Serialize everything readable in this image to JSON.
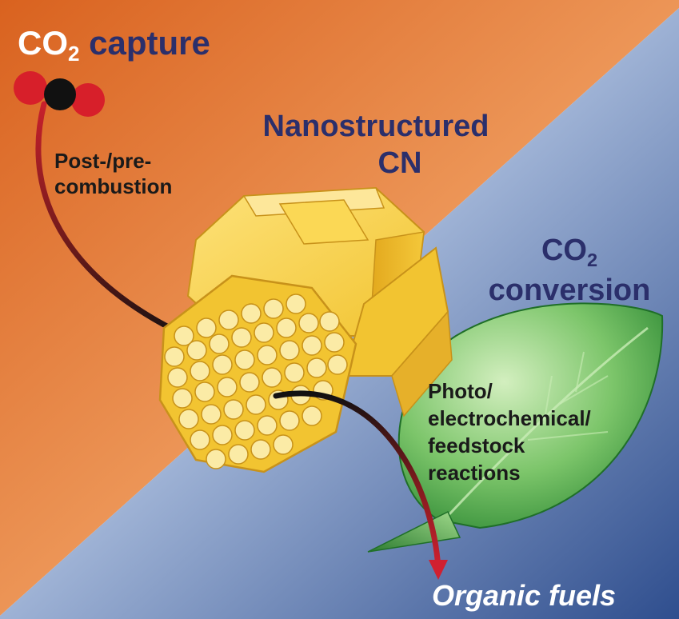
{
  "labels": {
    "capture_prefix": "CO",
    "capture_sub": "2",
    "capture_suffix": " capture",
    "pre_post_line1": "Post-/pre-",
    "pre_post_line2": "combustion",
    "material_line1": "Nanostructured",
    "material_line2": "CN",
    "conversion_prefix": "CO",
    "conversion_sub": "2",
    "conversion_line2": "conversion",
    "reactions_line1": "Photo/",
    "reactions_line2": "electrochemical/",
    "reactions_line3": "feedstock",
    "reactions_line4": "reactions",
    "product": "Organic fuels"
  },
  "colors": {
    "capture_zone": "#e8803c",
    "conversion_zone": "#2d4f8c",
    "label_text": "#2b2f6b",
    "rod_fill": "#f2c431",
    "pore_fill": "#fbeba6",
    "leaf": "#4aa84a",
    "arrow": "#c8202c",
    "oxygen_atom": "#d71f2a",
    "carbon_atom": "#111111"
  }
}
